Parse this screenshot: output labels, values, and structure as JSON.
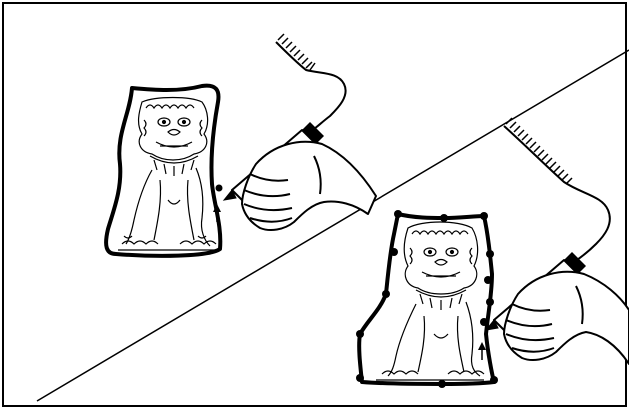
{
  "figure": {
    "panels": [
      {
        "id": "freehand",
        "method": "continuous-trace",
        "subject": "lion-dog-statue",
        "tool": "stylus"
      },
      {
        "id": "point",
        "method": "point-by-point-trace",
        "subject": "lion-dog-statue",
        "tool": "stylus"
      }
    ],
    "icons": [
      "stylus-icon",
      "hand-icon",
      "lion-dog-figure",
      "arrow-icon"
    ],
    "colors": {
      "ink": "#000000",
      "background": "#ffffff"
    }
  }
}
